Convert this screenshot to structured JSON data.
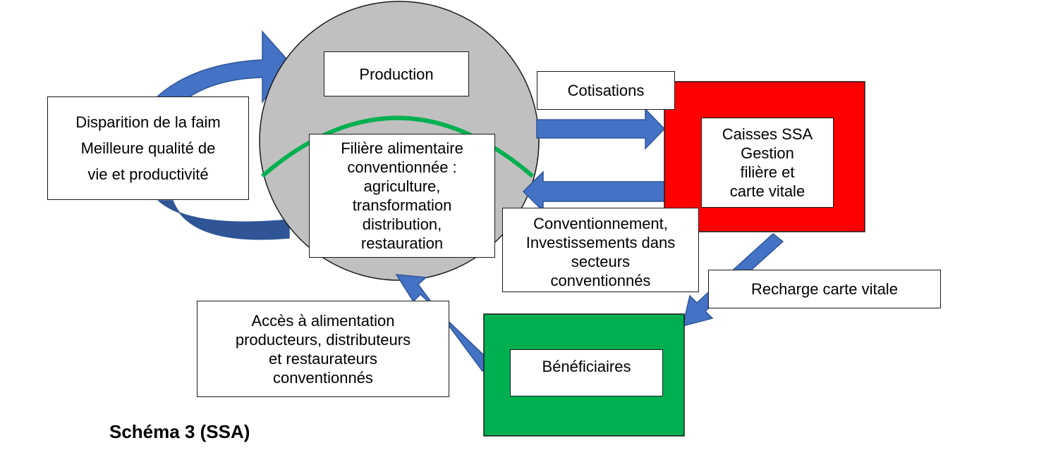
{
  "diagram": {
    "production": "Production",
    "filiere": "Filière alimentaire\nconventionnée :\nagriculture,\ntransformation\ndistribution,\nrestauration",
    "benefits": "Disparition de la faim\nMeilleure qualité de\nvie et productivité",
    "cotisations": "Cotisations",
    "caisses": "Caisses SSA\nGestion\nfilière et\ncarte vitale",
    "conventionnement": "Conventionnement,\nInvestissements dans\nsecteurs\nconventionnés",
    "recharge": "Recharge carte vitale",
    "beneficiaires": "Bénéficiaires",
    "acces": "Accès à alimentation\nproducteurs, distributeurs\net restaurateurs\nconventionnés",
    "caption": "Schéma 3 (SSA)"
  },
  "colors": {
    "arrow_blue": "#4472c4",
    "arrow_blue_dark": "#2f5597",
    "circle_fill": "#c0c0c0",
    "green_arc": "#00b050",
    "caisses_red": "#ff0000",
    "beneficiaires_green": "#00b050"
  }
}
